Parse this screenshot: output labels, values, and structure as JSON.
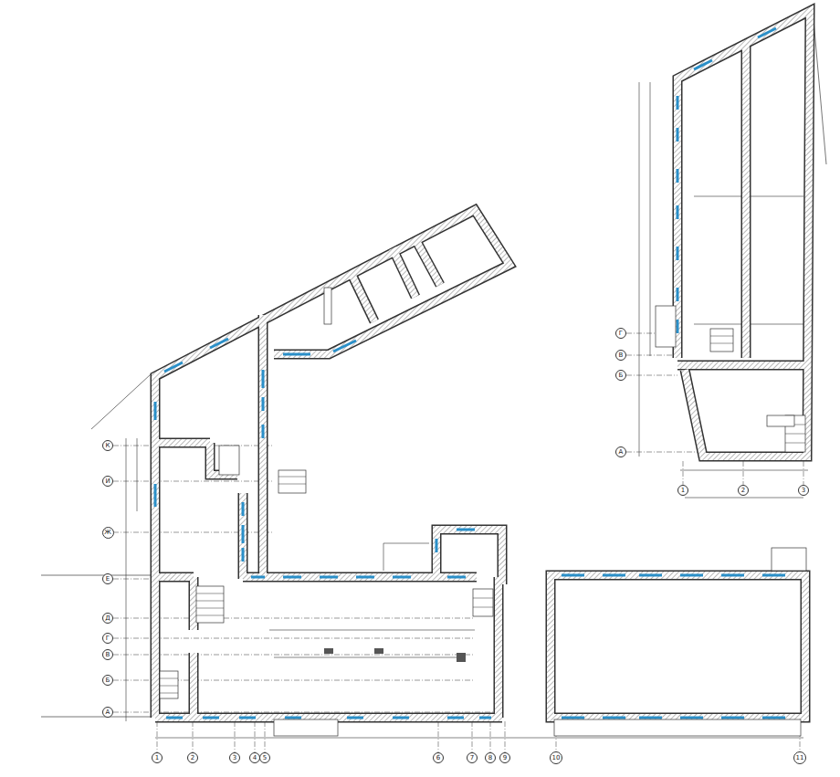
{
  "diagram": {
    "nodes": [
      {
        "text": [
          "1"
        ]
      },
      {
        "text": [
          "2"
        ]
      },
      {
        "text": [
          "3"
        ]
      },
      {
        "text": [
          "4"
        ]
      },
      {
        "text": [
          "5"
        ]
      },
      {
        "text": [
          "6"
        ]
      },
      {
        "text": [
          "7"
        ]
      },
      {
        "text": [
          "8"
        ]
      },
      {
        "text": [
          "9"
        ]
      },
      {
        "text": [
          "10"
        ]
      },
      {
        "text": [
          "11"
        ]
      },
      {
        "text": [
          "А"
        ]
      },
      {
        "text": [
          "Б"
        ]
      },
      {
        "text": [
          "В"
        ]
      },
      {
        "text": [
          "Г"
        ]
      },
      {
        "text": [
          "Д"
        ]
      },
      {
        "text": [
          "Е"
        ]
      },
      {
        "text": [
          "Ж"
        ]
      },
      {
        "text": [
          "И"
        ]
      },
      {
        "text": [
          "К"
        ]
      },
      {
        "text": [
          "1"
        ]
      },
      {
        "text": [
          "2"
        ]
      },
      {
        "text": [
          "3"
        ]
      },
      {
        "text": [
          "А"
        ]
      },
      {
        "text": [
          "Б"
        ]
      },
      {
        "text": [
          "В"
        ]
      },
      {
        "text": [
          "Г"
        ]
      }
    ]
  }
}
